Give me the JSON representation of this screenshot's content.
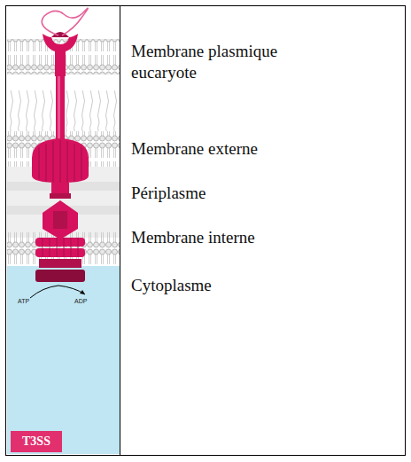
{
  "diagram": {
    "nodes": [
      {
        "text": [
          "T3SS"
        ]
      }
    ],
    "labels": [
      "Membrane plasmique eucaryote",
      "Membrane externe",
      "Périplasme",
      "Membrane interne",
      "Cytoplasme",
      "ATP",
      "ADP"
    ]
  }
}
